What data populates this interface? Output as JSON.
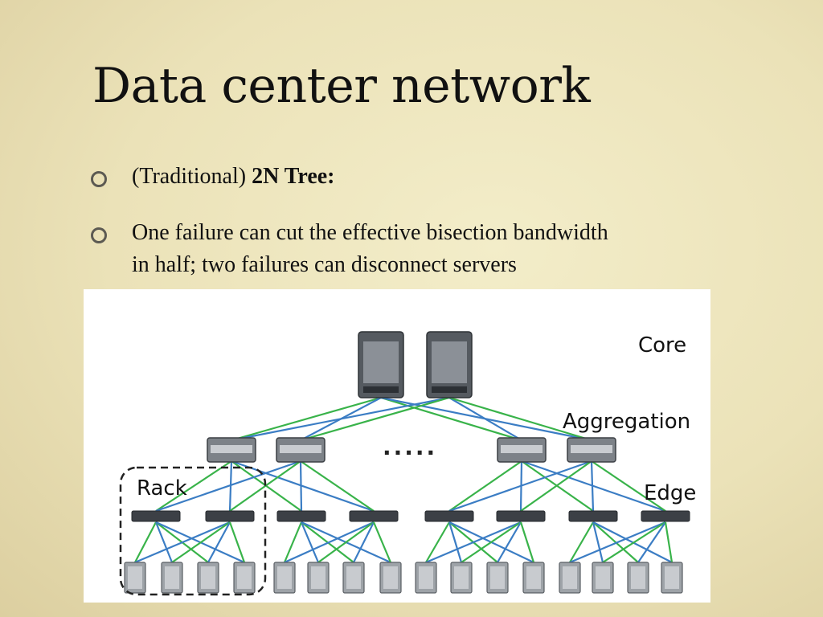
{
  "slide": {
    "title": "Data center network",
    "bullets": [
      {
        "prefix": "(Traditional) ",
        "bold": "2N Tree:"
      },
      {
        "line1": "One failure can cut the effective bisection bandwidth",
        "line2": "in half;  two failures can disconnect servers"
      }
    ]
  },
  "diagram": {
    "labels": {
      "core": "Core",
      "aggregation": "Aggregation",
      "edge": "Edge",
      "rack": "Rack",
      "ellipsis": "....."
    },
    "colors": {
      "green": "#39b34a",
      "blue": "#3b7dc4",
      "device": "#555a60"
    }
  }
}
